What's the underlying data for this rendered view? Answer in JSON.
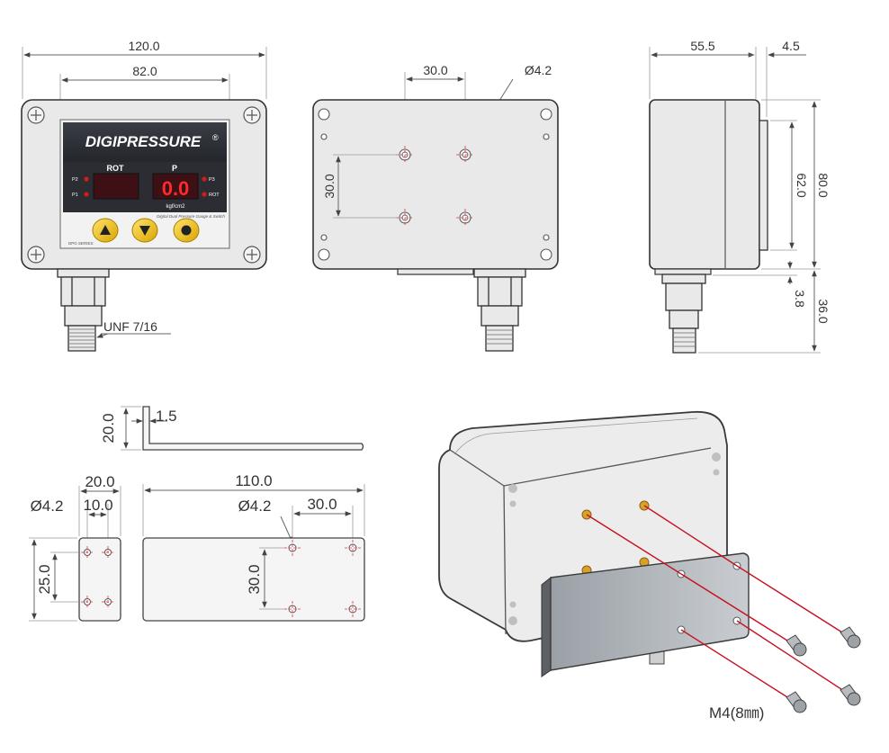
{
  "product": {
    "brand": "DIGIPRESSURE",
    "brand_mark": "®",
    "label_rot": "ROT",
    "label_p": "P",
    "display_value": "0.0",
    "unit": "kgf/cm2",
    "panel_caption": "Digital Dual Pressure Gauge & Switch",
    "series": "DPG SERIES",
    "led_p2": "P2",
    "led_p1": "P1",
    "led_p3": "P3",
    "led_rot": "ROT"
  },
  "dimensions": {
    "front_width": "120.0",
    "front_window": "82.0",
    "port": "UNF 7/16",
    "back_hole_pitch_x": "30.0",
    "back_hole_dia": "Ø4.2",
    "back_hole_pitch_y": "30.0",
    "side_depth": "55.5",
    "side_flange": "4.5",
    "side_window_h": "62.0",
    "side_height": "80.0",
    "side_gap": "3.8",
    "side_fitting": "36.0",
    "bracket_flange_h": "20.0",
    "bracket_thickness": "1.5",
    "bracket_small_w": "20.0",
    "bracket_small_hole_dia": "Ø4.2",
    "bracket_small_pitch": "10.0",
    "bracket_small_h": "25.0",
    "bracket_len": "110.0",
    "bracket_hole_dia": "Ø4.2",
    "bracket_hole_pitch": "30.0",
    "bracket_hole_pitch_v": "30.0",
    "screw": "M4(8㎜)"
  },
  "colors": {
    "display_red": "#ff2a2a",
    "button_yellow": "#f2c21a",
    "leader_red": "#c8101f",
    "panel_dark": "#2b2d33"
  }
}
